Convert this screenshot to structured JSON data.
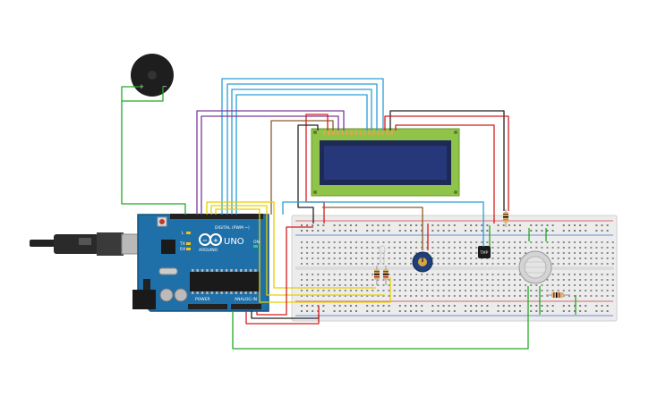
{
  "board": {
    "logo_text": "ARDUINO",
    "model_text": "UNO",
    "digital_header": "DIGITAL (PWM ~)",
    "power_header": "POWER",
    "analog_header": "ANALOG IN",
    "tx_label": "TX",
    "rx_label": "RX",
    "l_label": "L",
    "on_label": "ON"
  },
  "buzzer": {
    "plus_label": "+",
    "minus_label": "−"
  },
  "sensor": {
    "chip_label": "TMP"
  },
  "colors": {
    "wire_green": "#22aa22",
    "wire_blue": "#2a9fd6",
    "wire_purple": "#7a3a9a",
    "wire_yellow": "#e8d000",
    "wire_red": "#d41c1c",
    "wire_black": "#222222",
    "wire_brown": "#8b5a2b",
    "board_blue": "#1f6fa8",
    "lcd_green": "#8fc34a",
    "lcd_screen": "#1c2a55",
    "breadboard": "#ececec"
  }
}
